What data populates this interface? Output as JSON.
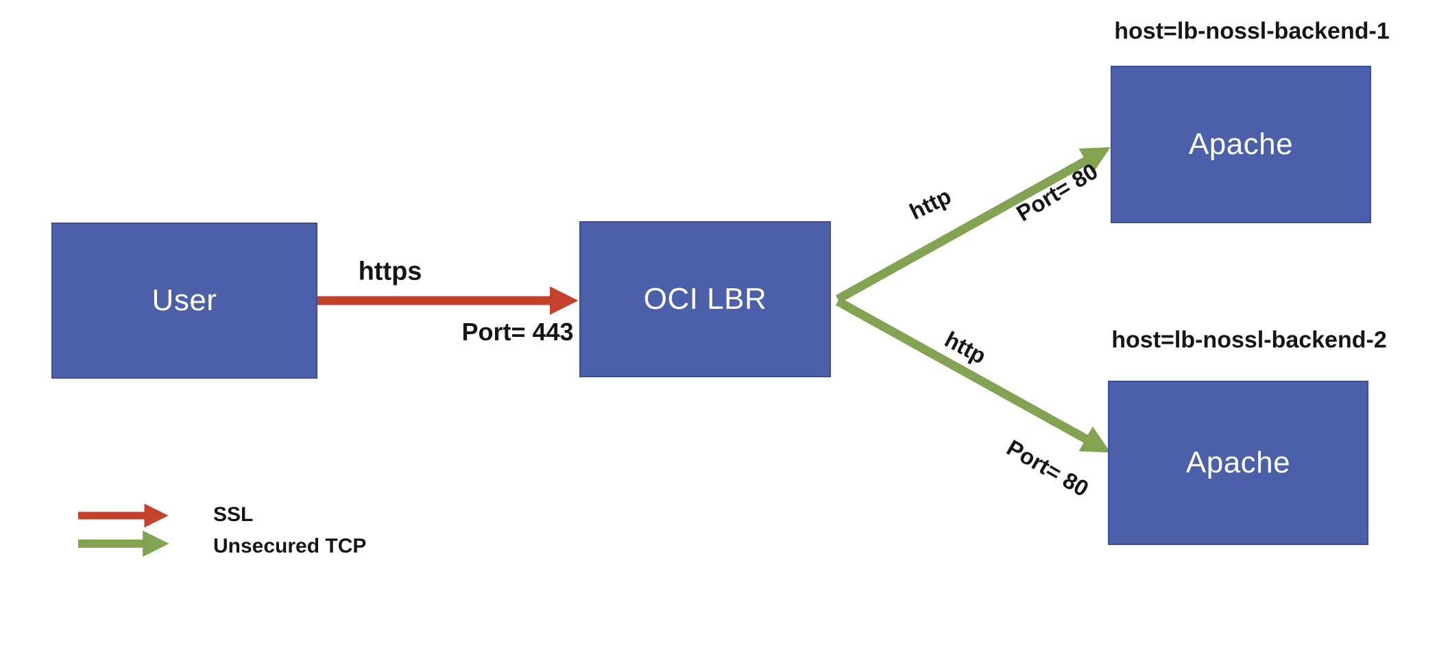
{
  "nodes": {
    "user": {
      "label": "User"
    },
    "lbr": {
      "label": "OCI LBR"
    },
    "backend1": {
      "label": "Apache",
      "host": "host=lb-nossl-backend-1"
    },
    "backend2": {
      "label": "Apache",
      "host": "host=lb-nossl-backend-2"
    }
  },
  "edges": {
    "user_to_lbr": {
      "from": "User",
      "to": "OCI LBR",
      "protocol": "https",
      "port": "Port= 443",
      "type": "SSL"
    },
    "lbr_to_backend1": {
      "from": "OCI LBR",
      "to": "Apache-1",
      "protocol": "http",
      "port": "Port= 80",
      "type": "Unsecured TCP"
    },
    "lbr_to_backend2": {
      "from": "OCI LBR",
      "to": "Apache-2",
      "protocol": "http",
      "port": "Port= 80",
      "type": "Unsecured TCP"
    }
  },
  "legend": {
    "ssl": {
      "label": "SSL"
    },
    "tcp": {
      "label": "Unsecured TCP"
    }
  },
  "colors": {
    "node_fill": "#4C60AA",
    "node_border": "#3D4F94",
    "node_text": "#FFFFFF",
    "ssl_arrow": "#C4422C",
    "tcp_arrow": "#82A351",
    "label_text": "#151515",
    "background": "#FFFFFF"
  }
}
